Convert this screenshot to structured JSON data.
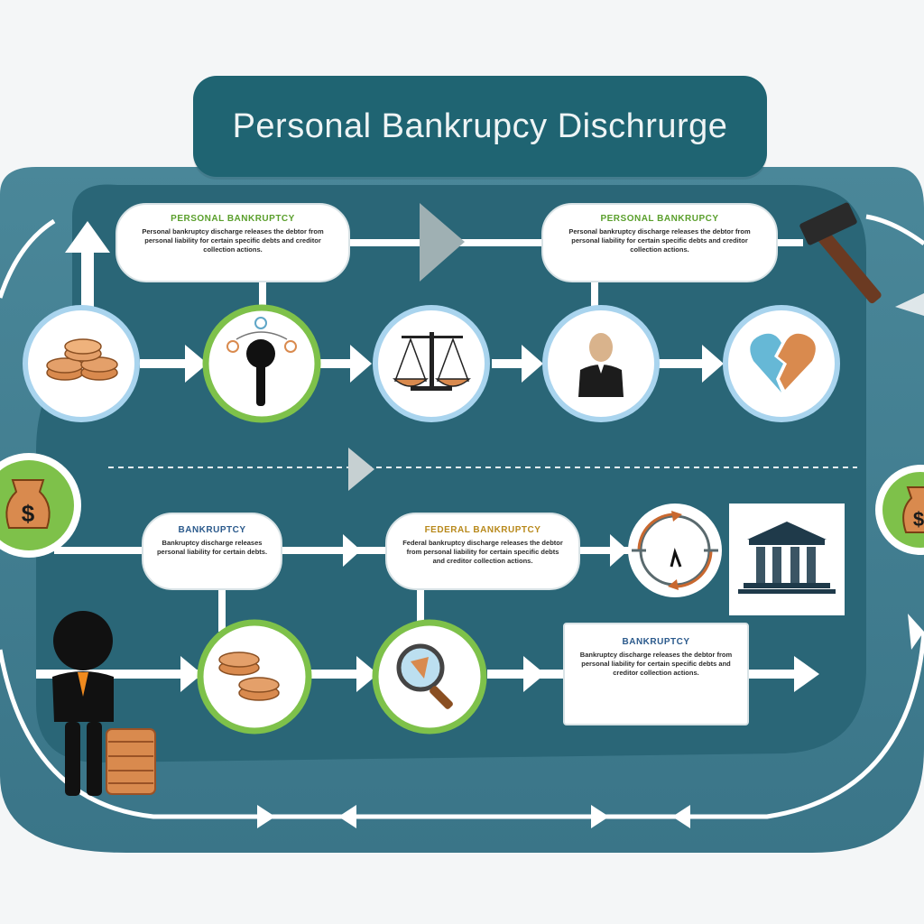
{
  "title": "Personal Bankrupcy Dischrurge",
  "cards": {
    "top_left": {
      "head": "PERSONAL BANKRUPTCY",
      "body": "Personal bankruptcy discharge releases the debtor from personal liability for certain specific debts and creditor collection actions."
    },
    "top_right": {
      "head": "PERSONAL BANKRUPCY",
      "body": "Personal bankruptcy discharge releases the debtor from personal liability for certain specific debts and creditor collection actions."
    },
    "mid_left": {
      "head": "BANKRUPTCY",
      "body": "Bankruptcy discharge releases personal liability for certain debts."
    },
    "mid_center": {
      "head": "FEDERAL BANKRUPTCY",
      "body": "Federal bankruptcy discharge releases the debtor from personal liability for certain specific debts and creditor collection actions."
    },
    "bottom_right": {
      "head": "BANKRUPTCY",
      "body": "Bankruptcy discharge releases the debtor from personal liability for certain specific debts and creditor collection actions."
    }
  },
  "icons": {
    "row1": [
      "coins-icon",
      "keyhole-icon",
      "scales-icon",
      "person-icon",
      "broken-heart-icon"
    ],
    "row2": [
      "money-bag-icon",
      "cycle-icon",
      "courthouse-icon",
      "money-bag-icon"
    ],
    "row3": [
      "businessman-icon",
      "coins-icon",
      "magnifier-icon"
    ],
    "gavel": "gavel-icon"
  },
  "colors": {
    "background": "#f4f6f7",
    "outer_band": "#3f7f92",
    "inner_panel": "#2a6677",
    "title_bg": "#1f6472",
    "title_text": "#eef4f5",
    "blue_ring": "#a9d4ee",
    "green_ring": "#7ec14a",
    "coin": "#d98a4e",
    "flow_white": "#ffffff"
  }
}
